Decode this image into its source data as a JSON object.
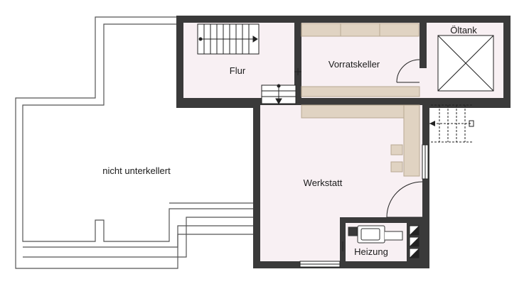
{
  "rooms": {
    "flur": "Flur",
    "vorratskeller": "Vorratskeller",
    "oeltank": "Öltank",
    "werkstatt": "Werkstatt",
    "heizung": "Heizung",
    "nicht_unterkellert": "nicht unterkellert"
  },
  "colors": {
    "wall": "#3a3a3a",
    "floor": "#f8f0f3",
    "cabinet": "#e0d3c2",
    "cabinet_edge": "#b9a993",
    "outline": "#555555"
  }
}
